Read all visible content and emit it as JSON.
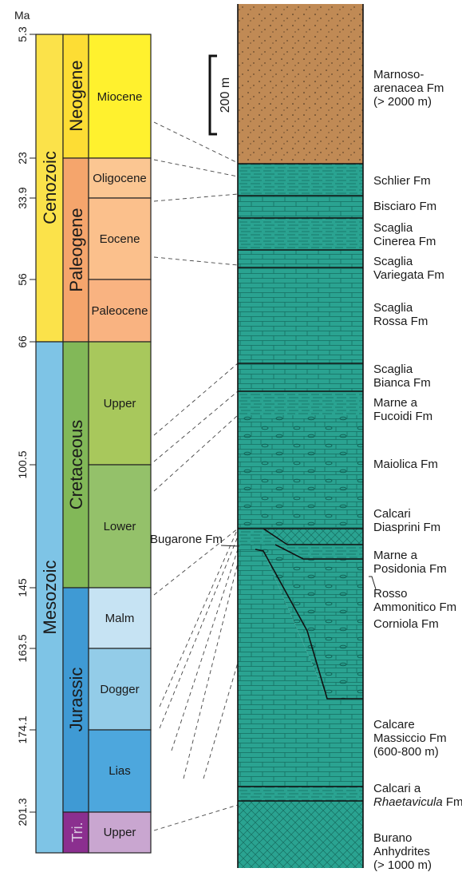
{
  "axis_unit": "Ma",
  "ages": [
    "5.3",
    "23",
    "33.9",
    "56",
    "66",
    "100.5",
    "145",
    "163.5",
    "174.1",
    "201.3"
  ],
  "eras": [
    {
      "name": "Cenozoic",
      "color": "#fbe24a"
    },
    {
      "name": "Mesozoic",
      "color": "#7ec4e6"
    }
  ],
  "periods": [
    {
      "name": "Neogene",
      "color": "#fddd34"
    },
    {
      "name": "Paleogene",
      "color": "#f5a56c"
    },
    {
      "name": "Cretaceous",
      "color": "#82b858"
    },
    {
      "name": "Jurassic",
      "color": "#3f9ad4"
    },
    {
      "name": "Tri.",
      "color": "#8b2f8f"
    }
  ],
  "epochs": [
    {
      "name": "Miocene",
      "color": "#fff12e"
    },
    {
      "name": "Oligocene",
      "color": "#fbc692"
    },
    {
      "name": "Eocene",
      "color": "#fbc08c"
    },
    {
      "name": "Paleocene",
      "color": "#f9b381"
    },
    {
      "name": "Upper",
      "color": "#a8c85c"
    },
    {
      "name": "Lower",
      "color": "#94c16a"
    },
    {
      "name": "Malm",
      "color": "#c6e3f3"
    },
    {
      "name": "Dogger",
      "color": "#93cce8"
    },
    {
      "name": "Lias",
      "color": "#4da7dd"
    },
    {
      "name": "Upper",
      "color": "#c9a6d0"
    }
  ],
  "scale_bar_label": "200 m",
  "column_colors": {
    "clastic": "#c08a55",
    "carbonate": "#2aa391"
  },
  "formations": [
    {
      "lines": [
        "Marnoso-",
        "arenacea Fm",
        "(> 2000 m)"
      ]
    },
    {
      "lines": [
        "Schlier Fm"
      ]
    },
    {
      "lines": [
        "Bisciaro Fm"
      ]
    },
    {
      "lines": [
        "Scaglia",
        "Cinerea Fm"
      ]
    },
    {
      "lines": [
        "Scaglia",
        "Variegata Fm"
      ]
    },
    {
      "lines": [
        "Scaglia",
        "Rossa Fm"
      ]
    },
    {
      "lines": [
        "Scaglia",
        "Bianca Fm"
      ]
    },
    {
      "lines": [
        "Marne a",
        "Fucoidi Fm"
      ]
    },
    {
      "lines": [
        "Maiolica Fm"
      ]
    },
    {
      "lines": [
        "Calcari",
        "Diasprini Fm"
      ]
    },
    {
      "lines": [
        "Marne a",
        "Posidonia Fm"
      ]
    },
    {
      "lines": [
        "Rosso",
        "Ammonitico Fm"
      ]
    },
    {
      "lines": [
        "Corniola Fm"
      ]
    },
    {
      "lines": [
        "Calcare",
        "Massiccio Fm",
        "(600-800 m)"
      ]
    },
    {
      "lines": [
        "Calcari a"
      ],
      "italic_line": "Rhaetavicula",
      "suffix": " Fm"
    },
    {
      "lines": [
        "Burano",
        "Anhydrites",
        "(> 1000 m)"
      ]
    }
  ],
  "bugarone_label": "Bugarone Fm"
}
